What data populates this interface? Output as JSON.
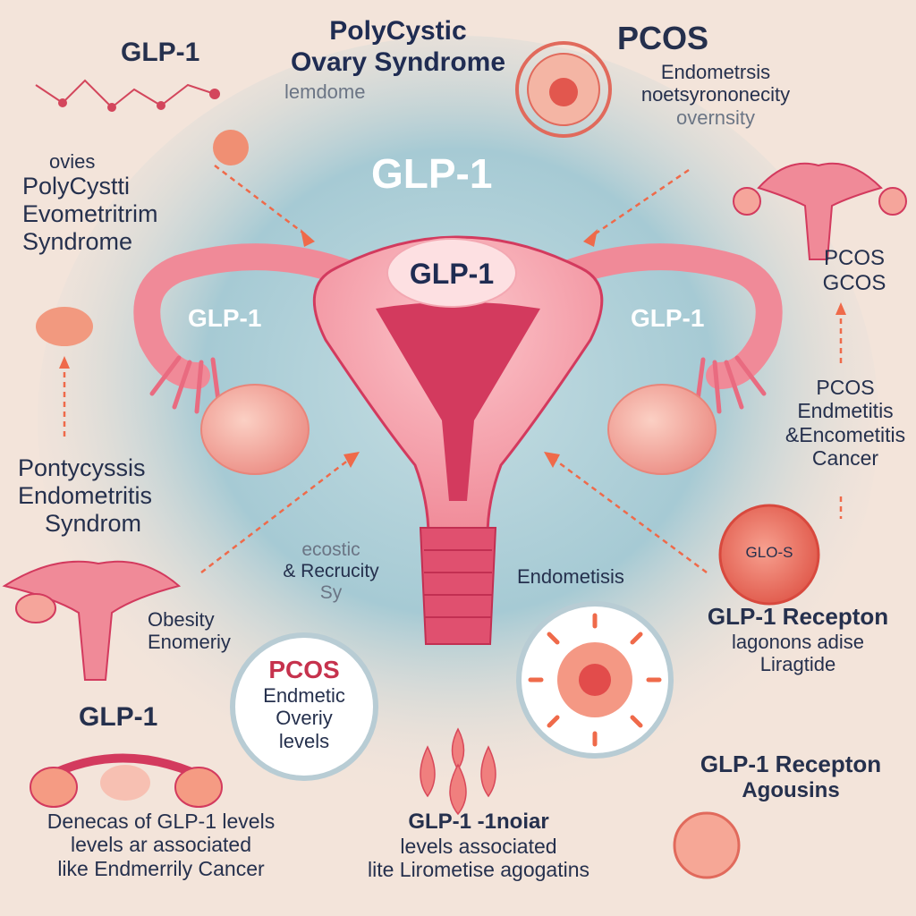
{
  "colors": {
    "background": "#f3e4da",
    "center_glow": "#9fc7d4",
    "uterus": "#f19aa5",
    "uterus_dark": "#d33a5e",
    "ovary": "#f7b3a8",
    "arrow": "#ef6a4a",
    "text_navy": "#1f2c52"
  },
  "labels": {
    "top_left_glp1": "GLP-1",
    "top_center_title_line1": "PolyCystic",
    "top_center_title_line2": "Ovary Syndrome",
    "top_center_sub": "lemdome",
    "top_right_pcos": "PCOS",
    "top_right_line1": "Endometrsis",
    "top_right_line2": "noetsyrononecity",
    "top_right_line3": "overnsity",
    "left_block_line1": "ovies",
    "left_block_line2": "PolyCystti",
    "left_block_line3": "Evometritrim",
    "left_block_line4": "Syndrome",
    "center_glp1": "GLP-1",
    "fundus_glp1": "GLP-1",
    "left_tube_glp1": "GLP-1",
    "right_tube_glp1": "GLP-1",
    "right_pcos_1": "PCOS",
    "right_pcos_2": "GCOS",
    "right_mid_line1": "PCOS",
    "right_mid_line2": "Endmetitis",
    "right_mid_line3": "&Encometitis",
    "right_mid_line4": "Cancer",
    "left_mid_line1": "Pontycyssis",
    "left_mid_line2": "Endometritis",
    "left_mid_line3": "Syndrom",
    "center_left_line1": "ecostic",
    "center_left_line2": "& Recrucity",
    "center_left_line3": "Sy",
    "center_right": "Endometisis",
    "glos_badge": "GLO-S",
    "receptor_line1": "GLP-1 Recepton",
    "receptor_line2": "lagonons adise",
    "receptor_line3": "Liragtide",
    "obesity_line1": "Obesity",
    "obesity_line2": "Enomeriy",
    "circle_pcos": "PCOS",
    "circle_line2": "Endmetic",
    "circle_line3": "Overiy",
    "circle_line4": "levels",
    "bottom_left_glp1": "GLP-1",
    "receptor2_line1": "GLP-1 Recepton",
    "receptor2_line2": "Agousins",
    "bottom_left_line1": "Denecas of GLP-1 levels",
    "bottom_left_line2": "levels ar associated",
    "bottom_left_line3": "like Endmerrily Cancer",
    "bottom_center_line1": "GLP-1 -1noiar",
    "bottom_center_line2": "levels associated",
    "bottom_center_line3": "lite Lirometise agogatins"
  }
}
